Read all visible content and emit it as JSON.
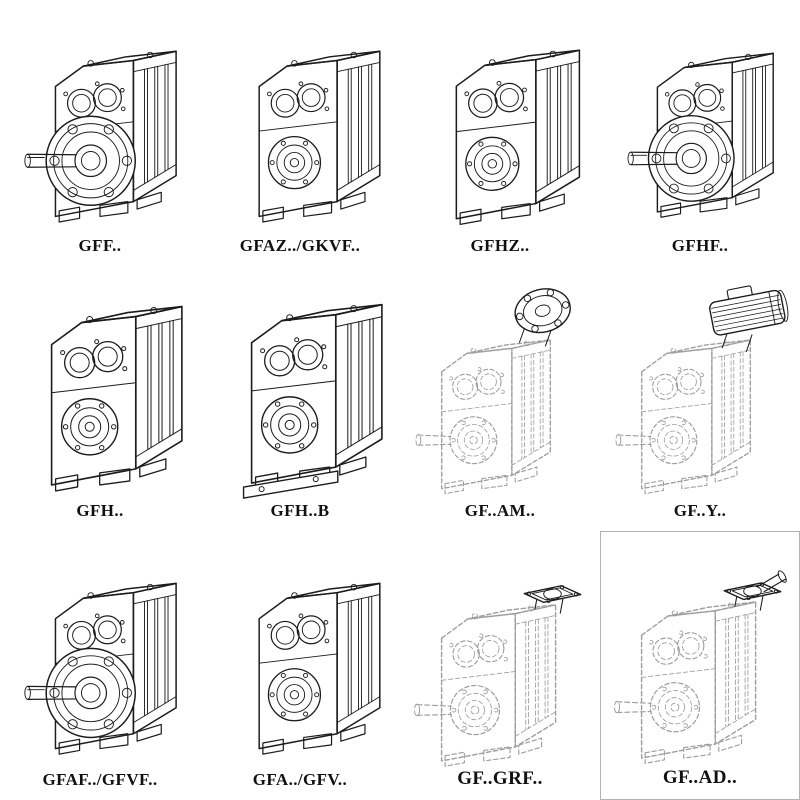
{
  "page": {
    "background_color": "#ffffff",
    "line_color": "#1c1c1c",
    "phantom_line_color": "#9e9e9e",
    "box_border_color": "#b3b3b3"
  },
  "grid": {
    "columns": 4,
    "rows": 3
  },
  "products": [
    {
      "label": "GFF..",
      "illustration": "parallel-shaft-gear-unit-output-flange",
      "line_style": "solid"
    },
    {
      "label": "GFAZ../GKVF..",
      "illustration": "parallel-shaft-gear-unit-hollow-shaft",
      "line_style": "solid"
    },
    {
      "label": "GFHZ..",
      "illustration": "parallel-shaft-gear-unit-hollow-shaft",
      "line_style": "solid"
    },
    {
      "label": "GFHF..",
      "illustration": "parallel-shaft-gear-unit-output-flange",
      "line_style": "solid"
    },
    {
      "label": "GFH..",
      "illustration": "parallel-shaft-gear-unit-foot-mounted",
      "line_style": "solid"
    },
    {
      "label": "GFH..B",
      "illustration": "parallel-shaft-gear-unit-foot-plate",
      "line_style": "solid"
    },
    {
      "label": "GF..AM..",
      "illustration": "gear-unit-with-iec-motor-adapter-flange",
      "line_style": "phantom-dashed"
    },
    {
      "label": "GF..Y..",
      "illustration": "gear-unit-with-mounted-motor",
      "line_style": "phantom-dashed"
    },
    {
      "label": "GFAF../GFVF..",
      "illustration": "parallel-shaft-gear-unit-output-flange",
      "line_style": "solid"
    },
    {
      "label": "GFA../GFV..",
      "illustration": "parallel-shaft-gear-unit-hollow-shaft",
      "line_style": "solid"
    },
    {
      "label": "GF..GRF..",
      "illustration": "gear-unit-with-input-shaft-cover",
      "line_style": "phantom-dashed"
    },
    {
      "label": "GF..AD..",
      "illustration": "gear-unit-with-input-shaft-adapter",
      "line_style": "phantom-dashed",
      "boxed": true
    }
  ]
}
